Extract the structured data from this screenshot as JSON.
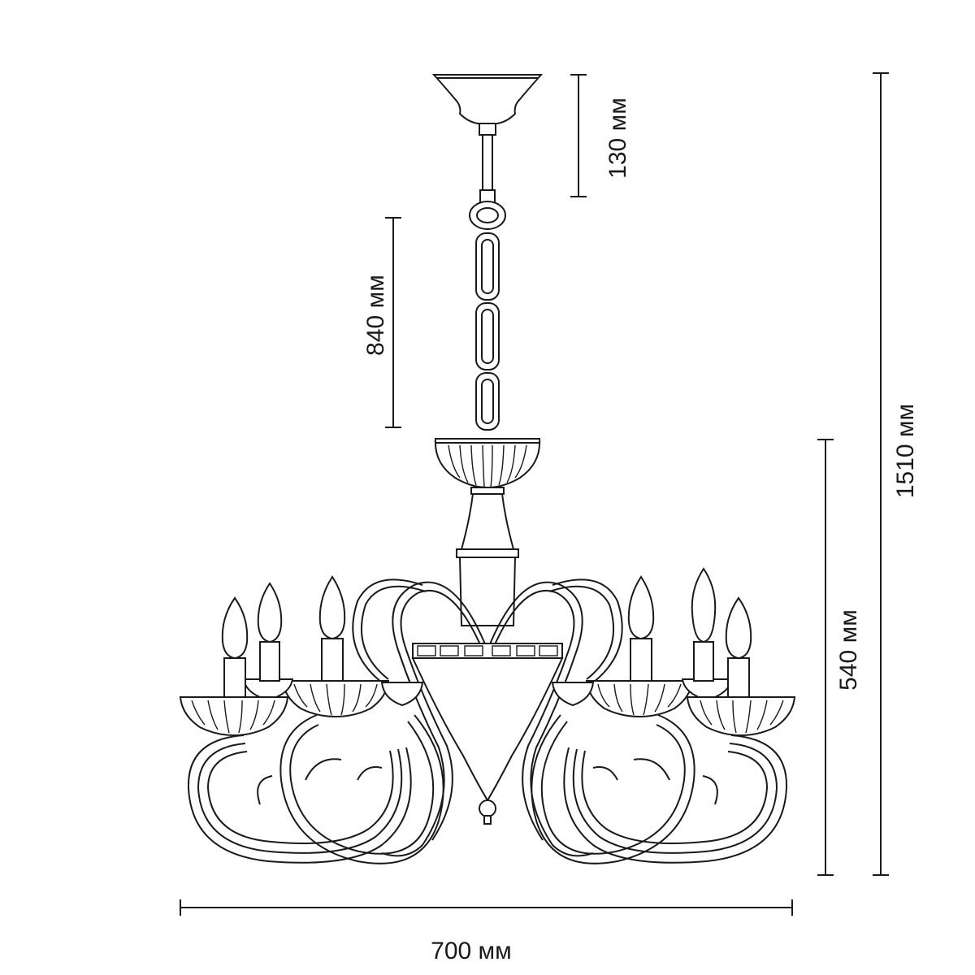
{
  "dimensions": {
    "canopy_height": "130 мм",
    "chain_length": "840 мм",
    "total_height": "1510 мм",
    "body_height": "540 мм",
    "width": "700 мм"
  },
  "colors": {
    "line": "#1a1a1a",
    "background": "#ffffff"
  }
}
